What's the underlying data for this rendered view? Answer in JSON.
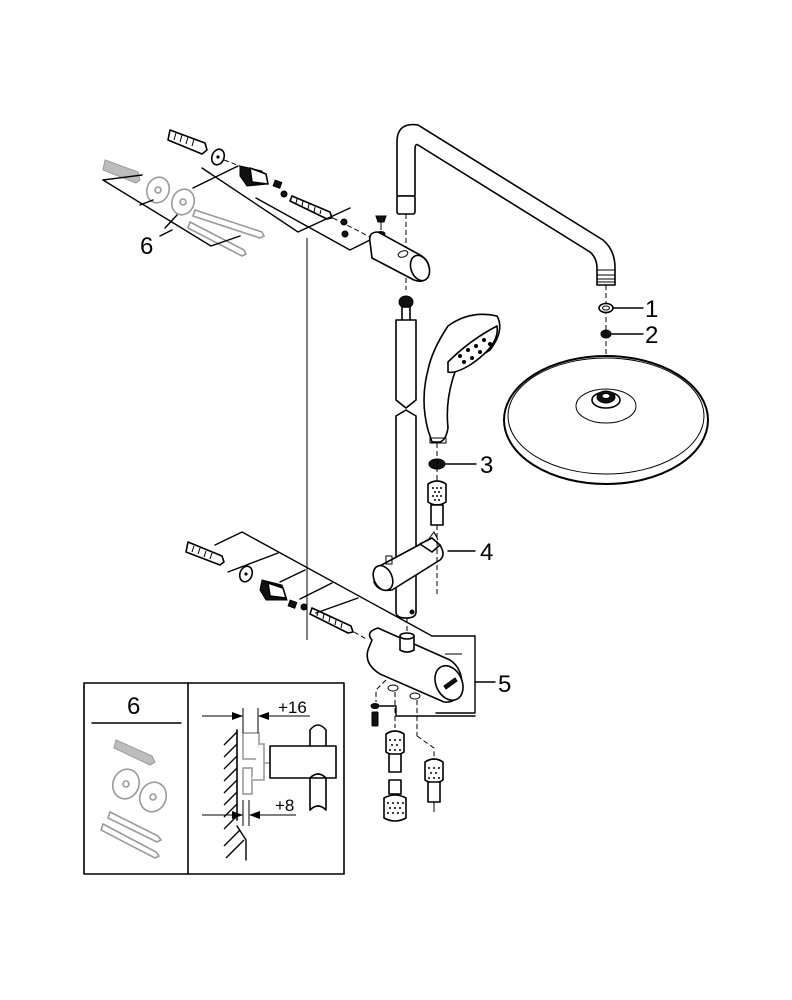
{
  "diagram": {
    "type": "exploded-parts-view",
    "callouts": [
      {
        "id": "1",
        "label": "1"
      },
      {
        "id": "2",
        "label": "2"
      },
      {
        "id": "3",
        "label": "3"
      },
      {
        "id": "4",
        "label": "4"
      },
      {
        "id": "5",
        "label": "5"
      },
      {
        "id": "6",
        "label": "6"
      }
    ],
    "inset": {
      "kit_number": "6",
      "dimension_top": "+16",
      "dimension_bottom": "+8"
    },
    "colors": {
      "line": "#000000",
      "optional_parts": "#9a9a9a",
      "background": "#ffffff"
    }
  }
}
